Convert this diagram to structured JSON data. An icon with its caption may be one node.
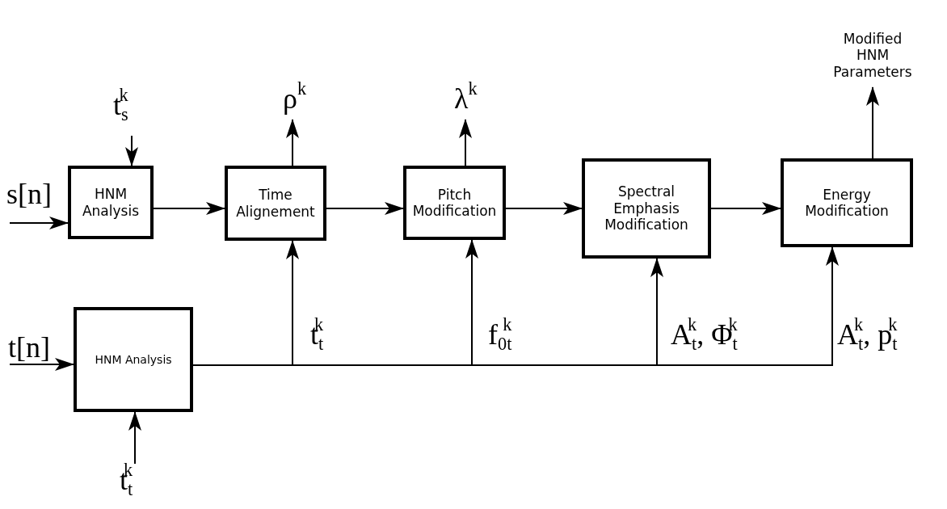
{
  "diagram": {
    "nodes": [
      {
        "text": [
          "HNM Analysis"
        ]
      },
      {
        "text": [
          "Time Alignement"
        ]
      },
      {
        "text": [
          "Pitch Modification"
        ]
      },
      {
        "text": [
          "Spectral Emphasis Modification"
        ]
      },
      {
        "text": [
          "Energy Modification"
        ]
      },
      {
        "text": [
          "HNM Analysis"
        ]
      }
    ],
    "edges": [
      {
        "from": null,
        "to": 0,
        "arrow": "to",
        "label": "s[n]"
      },
      {
        "from": null,
        "to": 0,
        "arrow": "to",
        "label": "t$_{s}$$^{k}$"
      },
      {
        "from": 0,
        "to": 1,
        "arrow": "to"
      },
      {
        "from": 1,
        "to": 2,
        "arrow": "to"
      },
      {
        "from": 2,
        "to": 3,
        "arrow": "to"
      },
      {
        "from": 3,
        "to": 4,
        "arrow": "to"
      },
      {
        "from": 1,
        "to": null,
        "arrow": "to",
        "label": "ρ$^{k}$"
      },
      {
        "from": 2,
        "to": null,
        "arrow": "to",
        "label": "λ$^{k}$"
      },
      {
        "from": 4,
        "to": null,
        "arrow": "to",
        "label": "Modified HNM Parameters"
      },
      {
        "from": null,
        "to": 5,
        "arrow": "to",
        "label": "t[n]"
      },
      {
        "from": null,
        "to": 5,
        "arrow": "to",
        "label": "t$_{t}$$^{k}$"
      },
      {
        "from": 5,
        "to": 1,
        "arrow": "to",
        "label": "t$_{t}$$^{k}$"
      },
      {
        "from": 5,
        "to": 2,
        "arrow": "to",
        "label": "f$_{0t}$$^{k}$"
      },
      {
        "from": 5,
        "to": 3,
        "arrow": "to",
        "label": "A$_{t}$$^{k}$, Φ$_{t}$$^{k}$"
      },
      {
        "from": 5,
        "to": 4,
        "arrow": "to",
        "label": "A$_{t}$$^{k}$, p$_{t}$$^{k}$"
      }
    ]
  }
}
